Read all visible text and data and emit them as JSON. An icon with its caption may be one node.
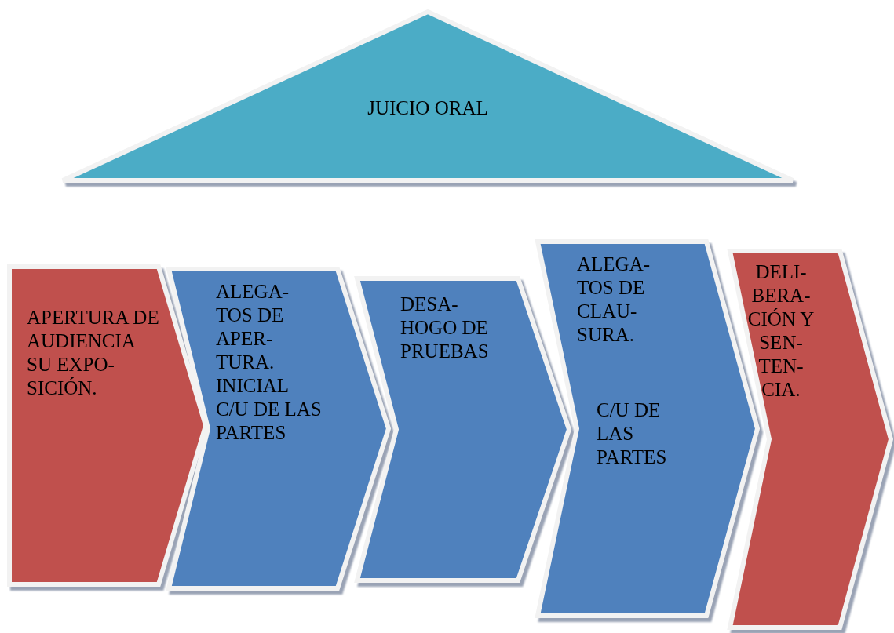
{
  "diagram": {
    "nodes": [
      {
        "text": [
          "JUICIO ORAL"
        ]
      },
      {
        "text": [
          "APERTURA DE AUDIENCIA SU EXPO- SICIÓN."
        ]
      },
      {
        "text": [
          "ALEGA- TOS DE APER- TURA. INICIAL C/U DE LAS PARTES"
        ]
      },
      {
        "text": [
          "DESA- HOGO DE PRUEBAS"
        ]
      },
      {
        "text": [
          "ALEGA- TOS DE CLAU- SURA.",
          "C/U DE LAS PARTES"
        ]
      },
      {
        "text": [
          "DELI- BERA- CIÓN Y SEN- TEN- CIA."
        ]
      }
    ]
  }
}
